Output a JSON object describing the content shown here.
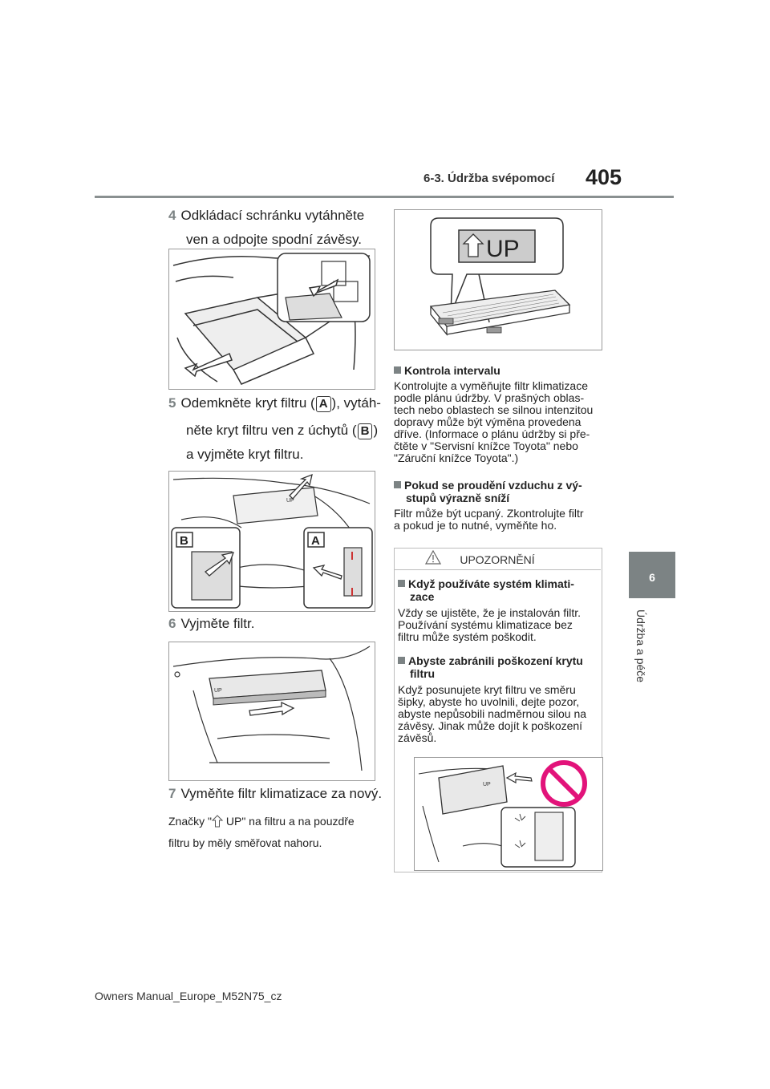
{
  "header": {
    "section_title": "6-3. Údržba svépomocí",
    "page_number": "405"
  },
  "chapter_tab": {
    "number": "6",
    "title": "Údržba a péče"
  },
  "steps": [
    {
      "num": "4",
      "line1": "Odkládací schránku vytáhněte",
      "line2": "ven a odpojte spodní závěsy."
    },
    {
      "num": "5",
      "line1a": "Odemkněte kryt filtru (",
      "label_a": "A",
      "line1b": "), vytáh-",
      "line2a": "něte kryt filtru ven z úchytů (",
      "label_b": "B",
      "line2b": ")",
      "line3": "a vyjměte kryt filtru."
    },
    {
      "num": "6",
      "line1": "Vyjměte filtr."
    },
    {
      "num": "7",
      "line1": "Vyměňte filtr klimatizace za nový."
    }
  ],
  "note": {
    "line1a": "Značky \"",
    "line1b": " UP\" na filtru a na pouzdře",
    "line2": "filtru by měly směřovat nahoru."
  },
  "figure_labels": {
    "up_big": "UP",
    "up_small": "UP",
    "callout_a": "A",
    "callout_b": "B"
  },
  "right": {
    "interval_heading": "Kontrola intervalu",
    "interval_lines": [
      "Kontrolujte a vyměňujte filtr klimatizace",
      "podle plánu údržby. V prašných oblas-",
      "tech nebo oblastech se silnou intenzitou",
      "dopravy může být výměna provedena",
      "dříve. (Informace o plánu údržby si pře-",
      "čtěte v \"Servisní knížce Toyota\" nebo",
      "\"Záruční knížce Toyota\".)"
    ],
    "airflow_heading_1": "Pokud se proudění vzduchu z vý-",
    "airflow_heading_2": "stupů výrazně sníží",
    "airflow_lines": [
      "Filtr může být ucpaný. Zkontrolujte filtr",
      "a pokud je to nutné, vyměňte ho."
    ]
  },
  "warning": {
    "title": "UPOZORNĚNÍ",
    "h1_1": "Když používáte systém klimati-",
    "h1_2": "zace",
    "p1": [
      "Vždy se ujistěte, že je instalován filtr.",
      "Používání systému klimatizace bez",
      "filtru může systém poškodit."
    ],
    "h2_1": "Abyste zabránili poškození krytu",
    "h2_2": "filtru",
    "p2": [
      "Když posunujete kryt filtru ve směru",
      "šipky, abyste ho uvolnili, dejte pozor,",
      "abyste nepůsobili nadměrnou silou na",
      "závěsy. Jinak může dojít k poškození",
      "závěsů."
    ]
  },
  "footer": {
    "manual_name": "Owners Manual_Europe_M52N75_cz"
  }
}
